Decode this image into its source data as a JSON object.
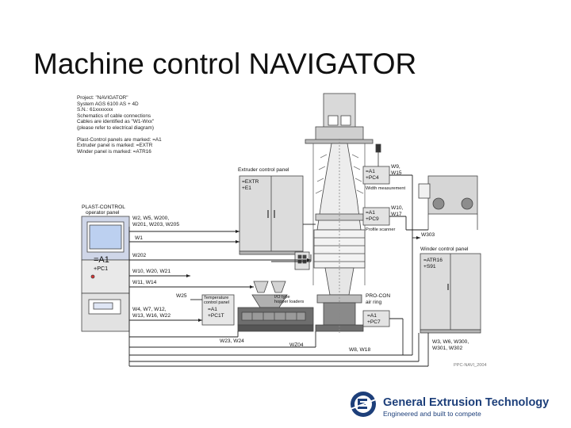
{
  "slide": {
    "title": "Machine control NAVIGATOR"
  },
  "notes": [
    "Project: \"NAVIGATOR\"",
    "System AGS 6100 AS + 4D",
    "S.N.: 61xxxxxxx",
    "Schematics of cable connections",
    "Cables are identified as \"W1-Wxx\"",
    "(please refer to electrical diagram)",
    "",
    "Plast-Control panels are marked: =A1",
    "Extruder panel is marked: =EXTR",
    "Winder panel is marked: =ATR16"
  ],
  "panels": {
    "extruder_title": "Extruder control panel",
    "extruder_id_1": "=EXTR",
    "extruder_id_2": "+E1",
    "operator_title_1": "PLAST-CONTROL",
    "operator_title_2": "operator panel",
    "operator_id_1": "=A1",
    "operator_id_2": "+PC1",
    "winder_title": "Winder control panel",
    "winder_id_1": "=ATR16",
    "winder_id_2": "+S91",
    "temp_panel_1": "Temperature",
    "temp_panel_2": "control panel",
    "temp_panel_3": "=A1",
    "temp_panel_4": "+PC1T",
    "io_box_1": "I/O type",
    "io_box_2": "hopper loaders",
    "pc4_1": "=A1",
    "pc4_2": "+PC4",
    "pc4_caption": "Width measurement",
    "pc9_1": "=A1",
    "pc9_2": "+PC9",
    "pc9_caption": "Profile scanner",
    "pc7_title_1": "PRO-CON",
    "pc7_title_2": "air ring",
    "pc7_1": "=A1",
    "pc7_2": "+PC7"
  },
  "cables": {
    "w2": "W2, W5, W200,",
    "w2b": "W201, W203, W205",
    "w1": "W1",
    "w202": "W202",
    "w10a": "W10, W20, W21",
    "w11": "W11, W14",
    "w25": "W25",
    "w4": "W4, W7, W12,",
    "w4b": "W13, W16, W22",
    "w23": "W23, W24",
    "wz04": "WZ04",
    "w8": "W8, W18",
    "w9": "W9,",
    "w9b": "W15",
    "w10b": "W10,",
    "w10c": "W17",
    "w303": "W303",
    "w3": "W3, W6, W300,",
    "w3b": "W301, W302"
  },
  "drawing_ref": "PPC-NAVI_2004",
  "logo": {
    "name": "General Extrusion Technology",
    "tagline": "Engineered and built to compete",
    "brand_color": "#1d3f7a"
  }
}
